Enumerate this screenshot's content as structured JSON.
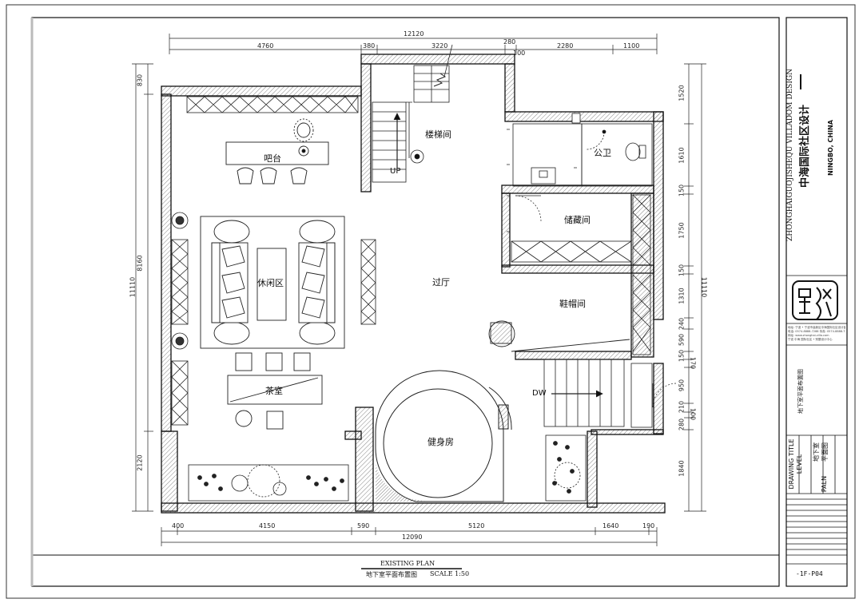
{
  "dimensions": {
    "top_total": "12120",
    "top_segments": [
      "4760",
      "380",
      "3220",
      "280",
      "2280",
      "1100"
    ],
    "top_small": "100",
    "bottom_segments": [
      "400",
      "4150",
      "590",
      "5120",
      "1640",
      "190"
    ],
    "bottom_total": "12090",
    "left_total": "11110",
    "left_segments": [
      "830",
      "8160",
      "2120"
    ],
    "right_total": "11110",
    "right_segments": [
      "1520",
      "1610",
      "150",
      "1750",
      "150",
      "1310",
      "240",
      "590",
      "150",
      "170",
      "950",
      "210",
      "100",
      "280",
      "1840"
    ]
  },
  "rooms": {
    "stairwell": "楼梯间",
    "bar": "吧台",
    "lounge": "休闲区",
    "hall": "过厅",
    "restroom": "公卫",
    "storage": "储藏间",
    "cloakroom": "鞋帽间",
    "tea_room": "茶室",
    "gym": "健身房"
  },
  "stair_labels": {
    "up": "UP",
    "down": "DW"
  },
  "plan_title": {
    "existing": "EXISTING PLAN",
    "name_cn": "地下室平面布置图",
    "scale": "SCALE 1:50"
  },
  "title_block": {
    "company_cn": "中海国际社区设计",
    "company_en": "ZHONGHAIGUOJISHEQU VILLADOM DESIGN",
    "location": "NINGBO, CHINA",
    "address_lines": [
      "地址: 宁波 • 宁波市高新区中海国际社区设计部",
      "电话: 0574-8888-7288  传真: 0574-8888-7288",
      "网址: www.zhonghai-villa.com",
      "宁波 中海 国际社区 • 别墅设计中心"
    ],
    "drawing_title_label": "DRAWING TITLE",
    "drawing_title_value": "地下室平面布置图",
    "level_label": "LEVEL",
    "level_value": "地下室",
    "paln_label": "PALN",
    "paln_value": "平面图",
    "sheet_no": "-1F-P04"
  },
  "icons": [
    "stair-arrow-icon",
    "toilet-icon",
    "sink-icon",
    "plant-icon",
    "sofa-icon",
    "stool-icon",
    "door-swing-icon",
    "seal-logo-icon"
  ]
}
